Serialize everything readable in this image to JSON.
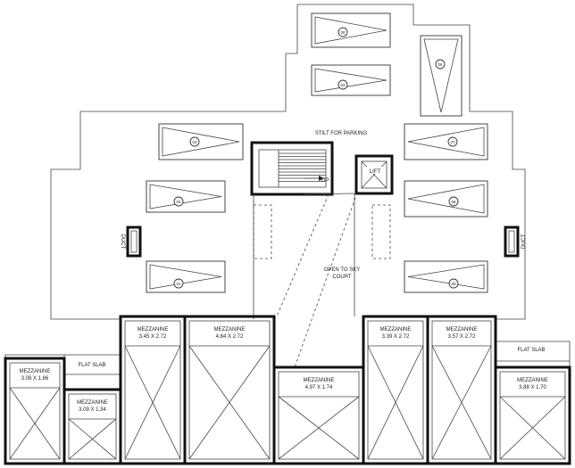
{
  "plan": {
    "stilt_label": "STILT FOR PARKING",
    "lift_label": "LIFT",
    "stair_label": "UP",
    "court_line1": "OPEN TO SKY",
    "court_line2": "COURT",
    "duct_label": "DUCT",
    "flat_slab_label": "FLAT SLAB",
    "parking_numbers": [
      "01",
      "02",
      "03",
      "04",
      "05",
      "06",
      "07",
      "08",
      "09"
    ],
    "mezzanines": [
      {
        "label": "MEZZANINE",
        "size": "3.08 X 1.86"
      },
      {
        "label": "MEZZANINE",
        "size": "3.09 X 1.34"
      },
      {
        "label": "MEZZANINE",
        "size": "3.45 X 2.72"
      },
      {
        "label": "MEZZANINE",
        "size": "4.84 X 2.72"
      },
      {
        "label": "MEZZANINE",
        "size": "4.97 X 1.74"
      },
      {
        "label": "MEZZANINE",
        "size": "3.39 X 2.72"
      },
      {
        "label": "MEZZANINE",
        "size": "3.57 X 2.72"
      },
      {
        "label": "MEZZANINE",
        "size": "3.88 X 1.70"
      }
    ]
  }
}
